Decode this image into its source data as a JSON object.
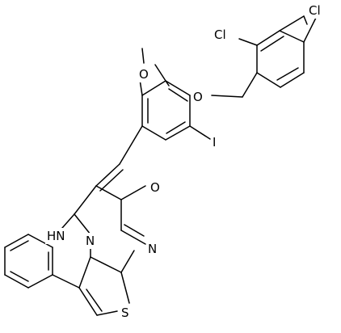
{
  "molecule": {
    "atom_labels": {
      "cl_right": "Cl",
      "cl_left": "Cl",
      "o_methoxy": "O",
      "o_ether": "O",
      "iodine": "I",
      "o_carbonyl": "O",
      "imine": "HN",
      "n_ring": "N",
      "n_fused": "N",
      "sulfur": "S"
    }
  }
}
